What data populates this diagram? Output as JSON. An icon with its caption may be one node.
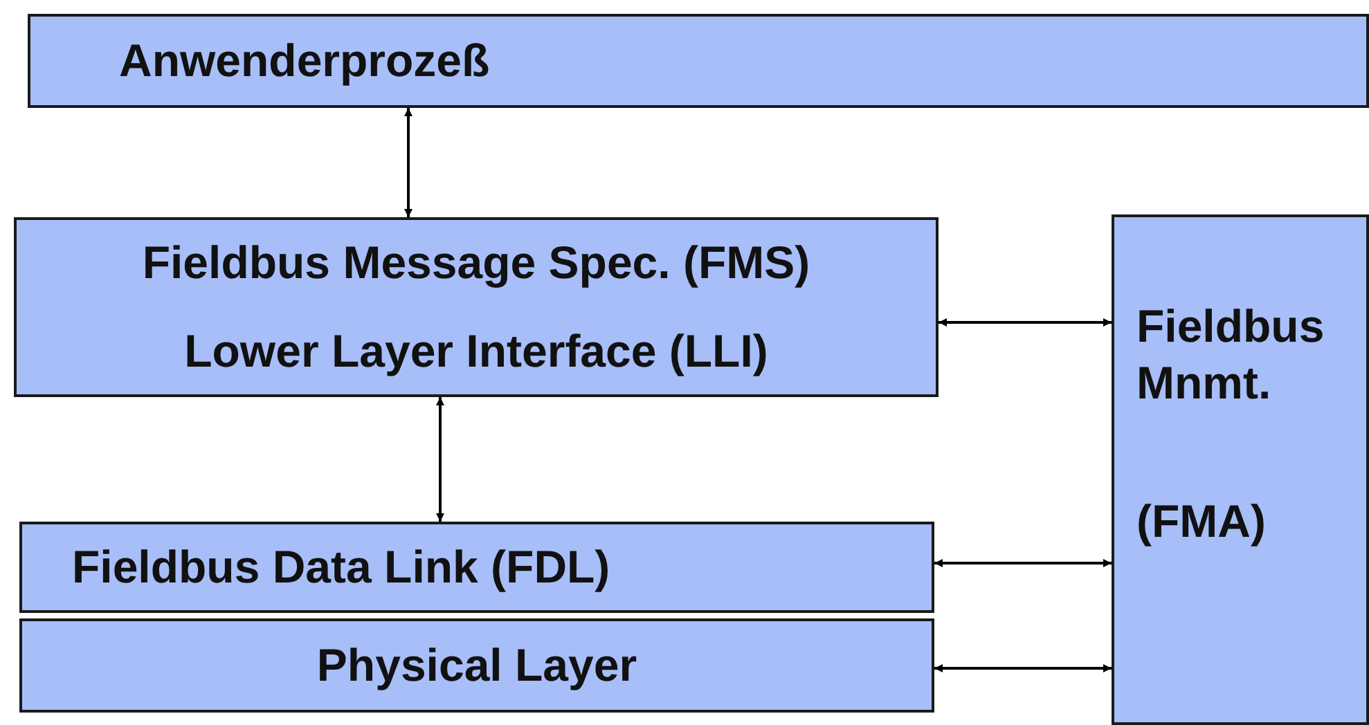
{
  "diagram": {
    "nodes": [
      {
        "text": [
          "Anwenderprozeß"
        ]
      },
      {
        "text": [
          "Fieldbus Message Spec. (FMS)",
          "Lower Layer Interface (LLI)"
        ]
      },
      {
        "text": [
          "Fieldbus Mnmt.",
          "(FMA)"
        ]
      },
      {
        "text": [
          "Fieldbus Data Link (FDL)"
        ]
      },
      {
        "text": [
          "Physical Layer"
        ]
      }
    ],
    "edges": [
      {
        "from": 0,
        "to": 1,
        "arrow": "both"
      },
      {
        "from": 1,
        "to": 3,
        "arrow": "both"
      },
      {
        "from": 1,
        "to": 2,
        "arrow": "both"
      },
      {
        "from": 3,
        "to": 2,
        "arrow": "both"
      },
      {
        "from": 4,
        "to": 2,
        "arrow": "both"
      }
    ]
  }
}
